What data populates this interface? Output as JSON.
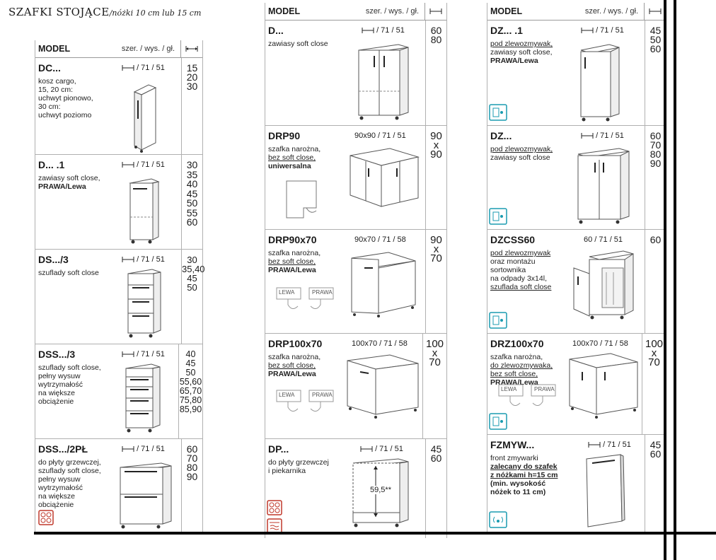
{
  "page": {
    "title": "SZAFKI STOJĄCE",
    "subtitle": "/nóżki 10 cm lub 15 cm"
  },
  "header": {
    "model": "MODEL",
    "dims": "szer. / wys. / gł."
  },
  "columns": [
    {
      "rows": [
        {
          "name": "DC...",
          "desc": [
            "kosz cargo,",
            "15, 20 cm:",
            "uchwyt pionowo,",
            "30 cm:",
            "uchwyt poziomo"
          ],
          "dims": "/ 71 / 51",
          "widths": [
            "15",
            "20",
            "30"
          ]
        },
        {
          "name": "D... .1",
          "desc": [
            "zawiasy soft close,",
            "PRAWA/Lewa"
          ],
          "dims": "/ 71 / 51",
          "widths": [
            "30",
            "35",
            "40",
            "45",
            "50",
            "55",
            "60"
          ]
        },
        {
          "name": "DS.../3",
          "desc": [
            "szuflady soft close"
          ],
          "dims": "/ 71 / 51",
          "widths": [
            "30",
            "35,40",
            "45",
            "50"
          ]
        },
        {
          "name": "DSS.../3",
          "desc": [
            "szuflady soft close,",
            "pełny wysuw",
            "wytrzymałość",
            "na większe",
            "obciążenie"
          ],
          "dims": "/ 71 / 51",
          "widths": [
            "40",
            "45",
            "50",
            "55,60",
            "65,70",
            "75,80",
            "85,90"
          ]
        },
        {
          "name": "DSS.../2PŁ",
          "desc": [
            "do płyty grzewczej,",
            "szuflady soft close,",
            "pełny wysuw",
            "wytrzymałość",
            "na większe",
            "obciążenie"
          ],
          "dims": "/ 71 / 51",
          "widths": [
            "60",
            "70",
            "80",
            "90"
          ]
        }
      ]
    },
    {
      "rows": [
        {
          "name": "D...",
          "desc": [
            "zawiasy soft close"
          ],
          "dims": "/ 71 / 51",
          "widths": [
            "60",
            "80"
          ]
        },
        {
          "name": "DRP90",
          "desc": [
            "szafka narożna,",
            "bez soft close,",
            "uniwersalna"
          ],
          "dims": "90x90 / 71 / 51",
          "widths": [
            "90",
            "x",
            "90"
          ]
        },
        {
          "name": "DRP90x70",
          "desc": [
            "szafka narożna,",
            "bez soft close,",
            "PRAWA/Lewa"
          ],
          "dims": "90x70 / 71 / 58",
          "widths": [
            "90",
            "x",
            "70"
          ],
          "labels": [
            "LEWA",
            "PRAWA"
          ]
        },
        {
          "name": "DRP100x70",
          "desc": [
            "szafka narożna,",
            "bez soft close,",
            "PRAWA/Lewa"
          ],
          "dims": "100x70 / 71 / 58",
          "widths": [
            "100",
            "x",
            "70"
          ],
          "labels": [
            "LEWA",
            "PRAWA"
          ]
        },
        {
          "name": "DP...",
          "desc": [
            "do płyty grzewczej",
            "i piekarnika"
          ],
          "dims": "/ 71 / 51",
          "widths": [
            "45",
            "60"
          ],
          "inner_height": "59,5**"
        }
      ]
    },
    {
      "rows": [
        {
          "name": "DZ... .1",
          "desc": [
            "pod zlewozmywak,",
            "zawiasy soft close,",
            "PRAWA/Lewa"
          ],
          "dims": "/ 71 / 51",
          "widths": [
            "45",
            "50",
            "60"
          ]
        },
        {
          "name": "DZ...",
          "desc": [
            "pod zlewozmywak,",
            "zawiasy soft close"
          ],
          "dims": "/ 71 / 51",
          "widths": [
            "60",
            "70",
            "80",
            "90"
          ]
        },
        {
          "name": "DZCSS60",
          "desc": [
            "pod zlewozmywak",
            "oraz montażu",
            "sortownika",
            "na odpady 3x14l,",
            "szuflada soft close"
          ],
          "dims": "60 / 71 / 51",
          "widths": [
            "60"
          ]
        },
        {
          "name": "DRZ100x70",
          "desc": [
            "szafka narożna,",
            "do zlewozmywaka,",
            "bez soft close,",
            "PRAWA/Lewa"
          ],
          "dims": "100x70 / 71 / 58",
          "widths": [
            "100",
            "x",
            "70"
          ],
          "labels": [
            "LEWA",
            "PRAWA"
          ]
        },
        {
          "name": "FZMYW...",
          "desc": [
            "front zmywarki",
            "zalecany do szafek",
            "z nóżkami h=15 cm",
            "(min. wysokość",
            "nóżek to 11 cm)"
          ],
          "dims": "/ 71 / 51",
          "widths": [
            "45",
            "60"
          ]
        }
      ]
    }
  ],
  "colors": {
    "accent": "#1a9bb0",
    "hob": "#c0392b",
    "line": "#b0b0b0"
  }
}
